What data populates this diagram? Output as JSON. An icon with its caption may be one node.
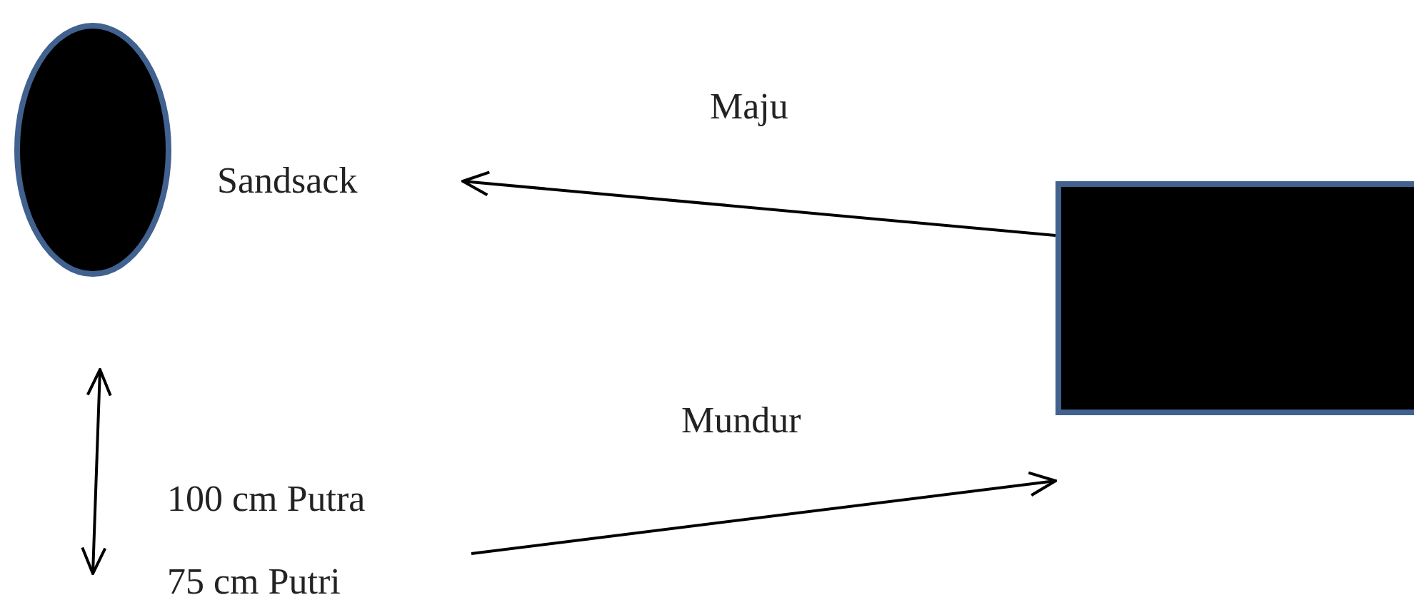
{
  "diagram": {
    "nodes": [
      {
        "text": [
          "Sandsack"
        ]
      },
      {
        "text": [],
        "shape": "ellipse"
      },
      {
        "text": [],
        "shape": "box"
      }
    ],
    "edges": [
      {
        "from": 2,
        "to": 0,
        "arrow": "to",
        "label": "Maju"
      },
      {
        "from": null,
        "to": 2,
        "arrow": "to",
        "label": "Mundur"
      }
    ],
    "labels": [
      "100 cm Putra",
      "75 cm Putri"
    ]
  }
}
